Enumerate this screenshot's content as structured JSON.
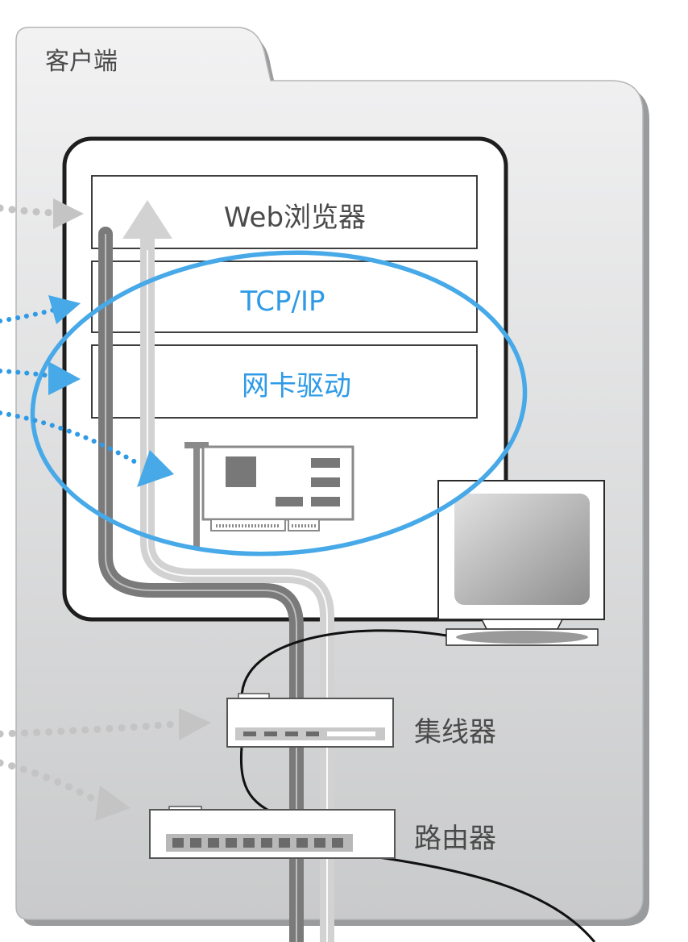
{
  "client": {
    "title": "客户端"
  },
  "layers": [
    {
      "id": "web",
      "label": "Web浏览器"
    },
    {
      "id": "tcpip",
      "label": "TCP/IP"
    },
    {
      "id": "driver",
      "label": "网卡驱动"
    }
  ],
  "devices": {
    "hub": "集线器",
    "router": "路由器"
  },
  "colors": {
    "highlight": "#47a9e8",
    "panel": "#d4d5d6",
    "dotted_gray": "#c4c4c4",
    "path_dark": "#7b7b7b",
    "path_light": "#cfcfcf"
  },
  "icons": [
    "network-card-icon",
    "monitor-icon",
    "hub-icon",
    "router-icon"
  ]
}
